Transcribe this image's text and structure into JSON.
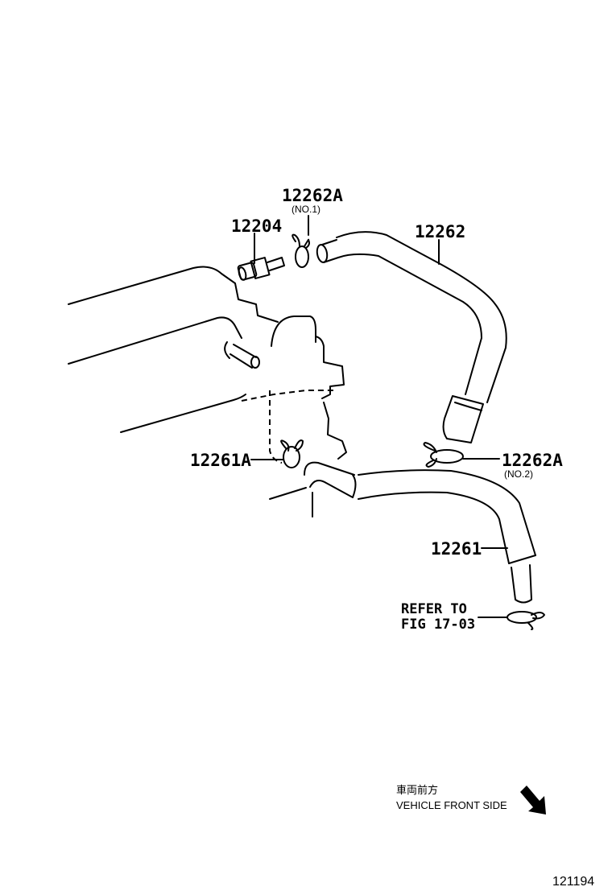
{
  "parts": {
    "p12262A_no1": {
      "number": "12262A",
      "note": "(NO.1)"
    },
    "p12204": {
      "number": "12204"
    },
    "p12262": {
      "number": "12262"
    },
    "p12261A": {
      "number": "12261A"
    },
    "p12262A_no2": {
      "number": "12262A",
      "note": "(NO.2)"
    },
    "p12261": {
      "number": "12261"
    }
  },
  "reference": {
    "line1": "REFER TO",
    "line2": "FIG 17-03"
  },
  "orientation": {
    "japanese": "車両前方",
    "english": "VEHICLE FRONT SIDE",
    "icon": "arrow-down-right-icon"
  },
  "figure_id": "121194"
}
